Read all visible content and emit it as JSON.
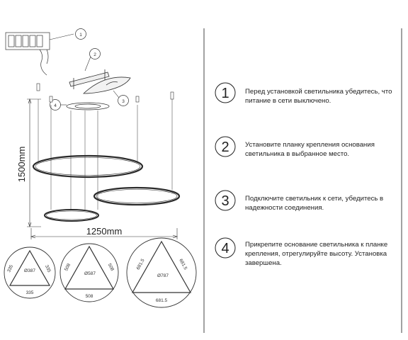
{
  "diagram": {
    "colors": {
      "line": "#333333",
      "ring": "#2a2a2a",
      "divider": "#444444"
    },
    "dimensions": {
      "height": "1500mm",
      "width": "1250mm"
    },
    "callouts": [
      "1",
      "2",
      "3",
      "4"
    ],
    "ring_details": [
      {
        "side_left": "335",
        "diameter": "Ø387",
        "side_right": "335",
        "bottom": "335"
      },
      {
        "side_left": "508",
        "diameter": "Ø587",
        "side_right": "508",
        "bottom": "508"
      },
      {
        "side_left": "681.5",
        "diameter": "Ø787",
        "side_right": "681.5",
        "bottom": "681.5"
      }
    ]
  },
  "steps": [
    {
      "number": "1",
      "text": "Перед установкой светильника убедитесь, что питание в сети выключено."
    },
    {
      "number": "2",
      "text": "Установите планку крепления основания светильника в выбранное место."
    },
    {
      "number": "3",
      "text": "Подключите светильник к сети, убедитесь в надежности соединения."
    },
    {
      "number": "4",
      "text": "Прикрепите основание светильника к планке крепления, отрегулируйте высоту. Установка завершена."
    }
  ]
}
